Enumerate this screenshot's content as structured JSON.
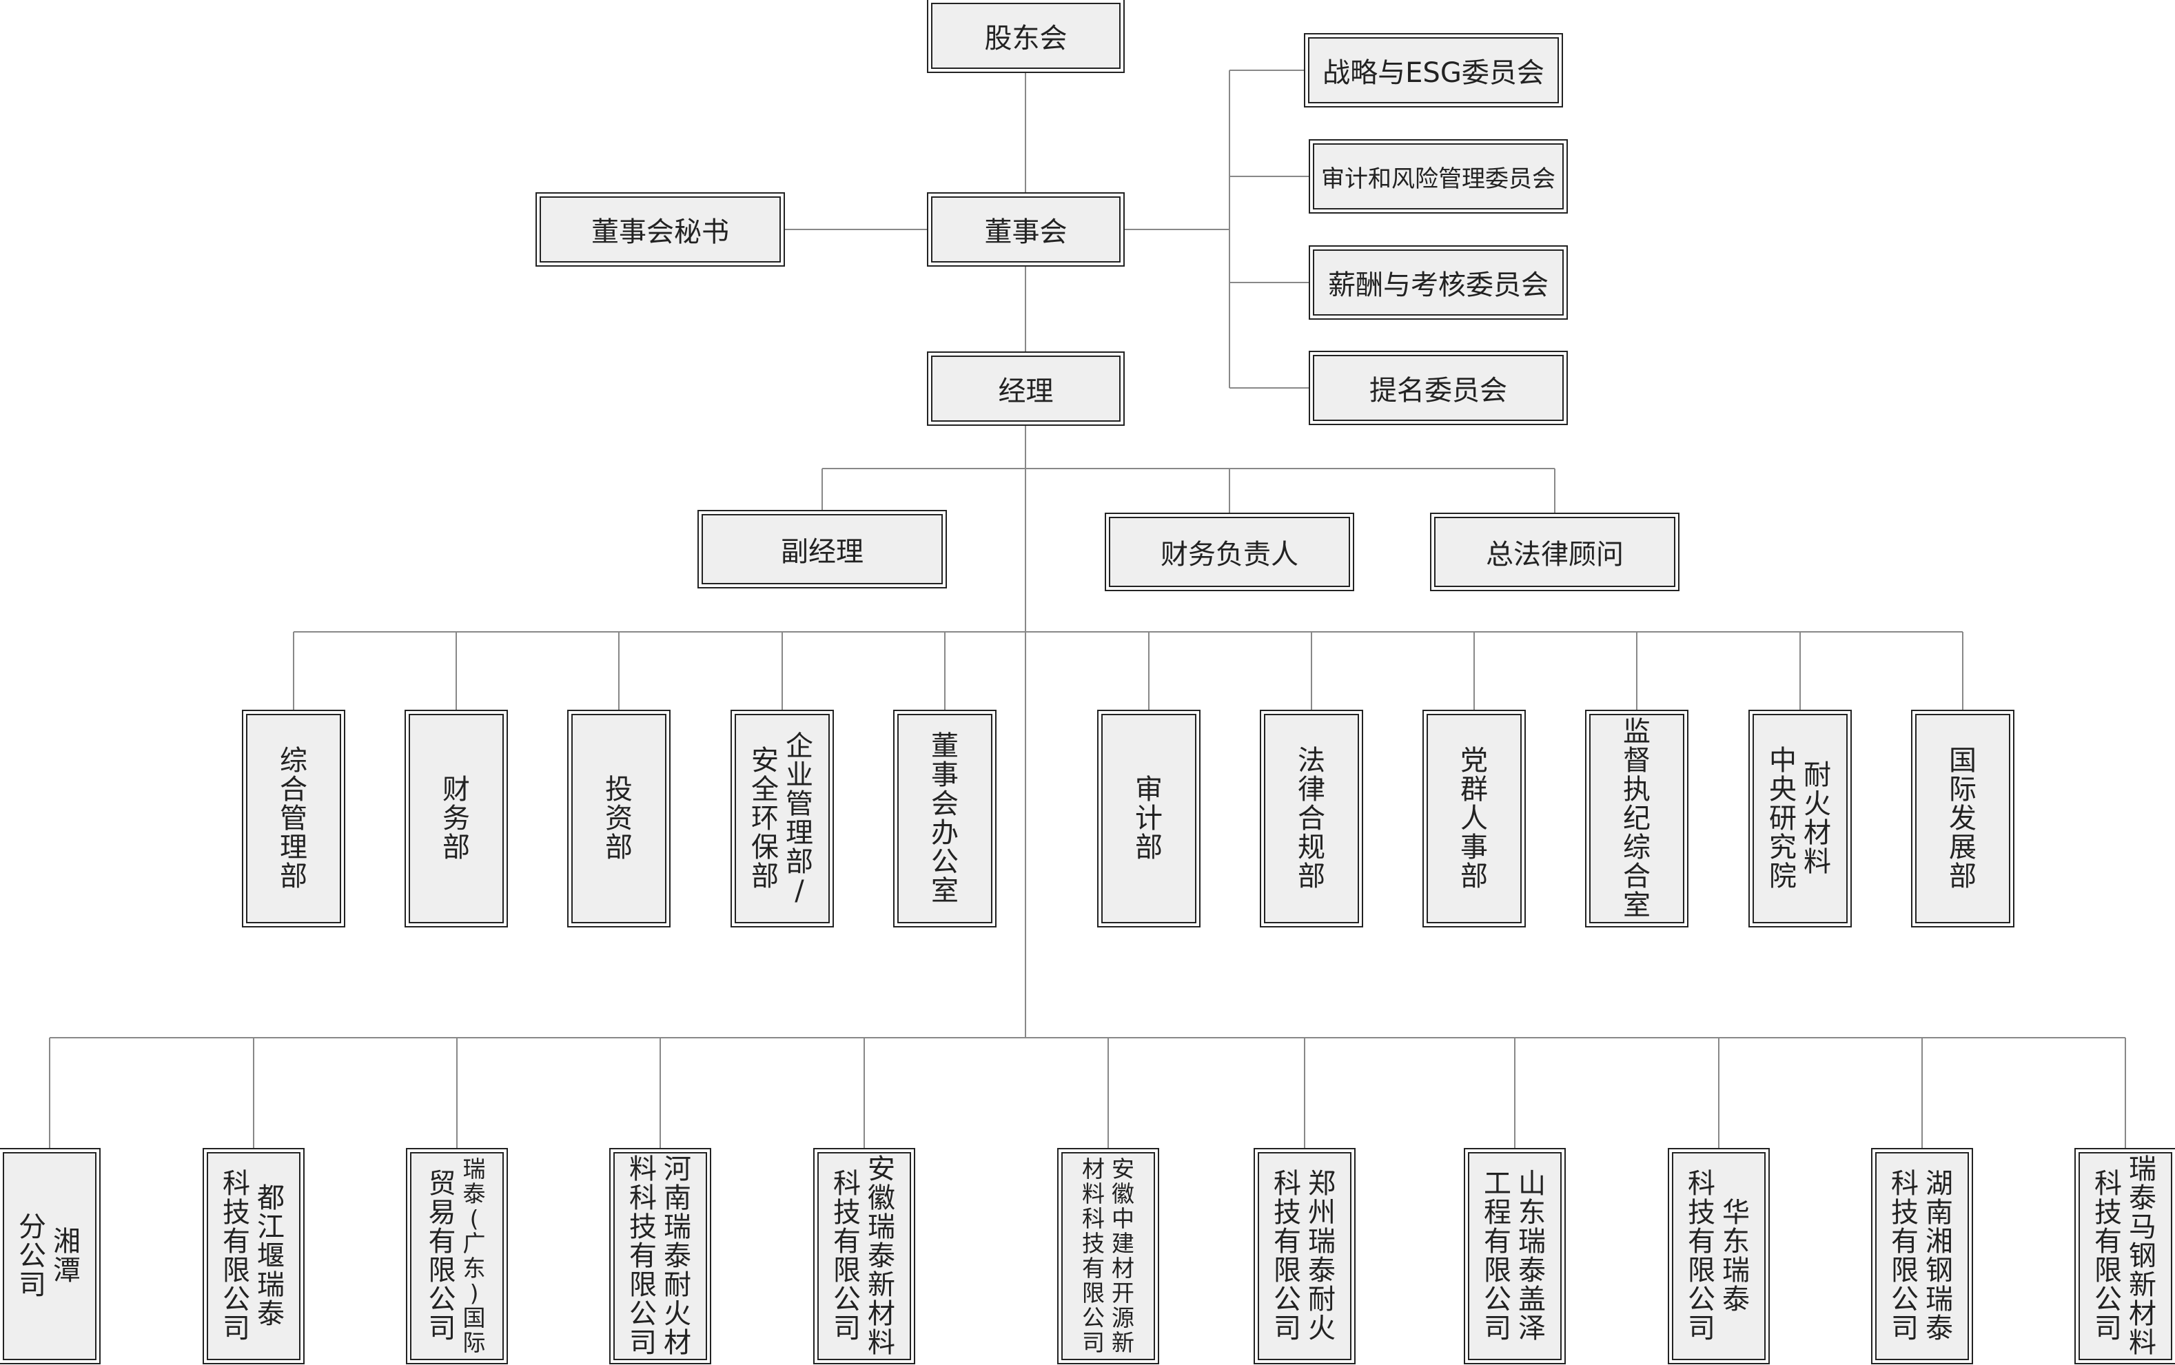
{
  "top": {
    "shareholders": "股东会",
    "board": "董事会",
    "board_secretary": "董事会秘书",
    "manager": "经理"
  },
  "committees": [
    "战略与ESG委员会",
    "审计和风险管理委员会",
    "薪酬与考核委员会",
    "提名委员会"
  ],
  "executives": [
    "副经理",
    "财务负责人",
    "总法律顾问"
  ],
  "departments": [
    {
      "cols": [
        "综合管理部"
      ]
    },
    {
      "cols": [
        "财务部"
      ]
    },
    {
      "cols": [
        "投资部"
      ]
    },
    {
      "cols": [
        "企业管理部/",
        "安全环保部"
      ]
    },
    {
      "cols": [
        "董事会办公室"
      ]
    },
    {
      "cols": [
        "审计部"
      ]
    },
    {
      "cols": [
        "法律合规部"
      ]
    },
    {
      "cols": [
        "党群人事部"
      ]
    },
    {
      "cols": [
        "监督执纪综合室"
      ]
    },
    {
      "cols": [
        "耐火材料",
        "中央研究院"
      ]
    },
    {
      "cols": [
        "国际发展部"
      ]
    }
  ],
  "subsidiaries": [
    {
      "cols": [
        "湘潭",
        "分公司"
      ]
    },
    {
      "cols": [
        "都江堰瑞泰",
        "科技有限公司"
      ]
    },
    {
      "cols": [
        "瑞泰(广东)国际",
        "贸易有限公司"
      ]
    },
    {
      "cols": [
        "河南瑞泰耐火材",
        "料科技有限公司"
      ]
    },
    {
      "cols": [
        "安徽瑞泰新材料",
        "科技有限公司"
      ]
    },
    {
      "cols": [
        "安徽中建材开源新",
        "材料科技有限公司"
      ]
    },
    {
      "cols": [
        "郑州瑞泰耐火",
        "科技有限公司"
      ]
    },
    {
      "cols": [
        "山东瑞泰盖泽",
        "工程有限公司"
      ]
    },
    {
      "cols": [
        "华东瑞泰",
        "科技有限公司"
      ]
    },
    {
      "cols": [
        "湖南湘钢瑞泰",
        "科技有限公司"
      ]
    },
    {
      "cols": [
        "瑞泰马钢新材料",
        "科技有限公司"
      ]
    }
  ]
}
